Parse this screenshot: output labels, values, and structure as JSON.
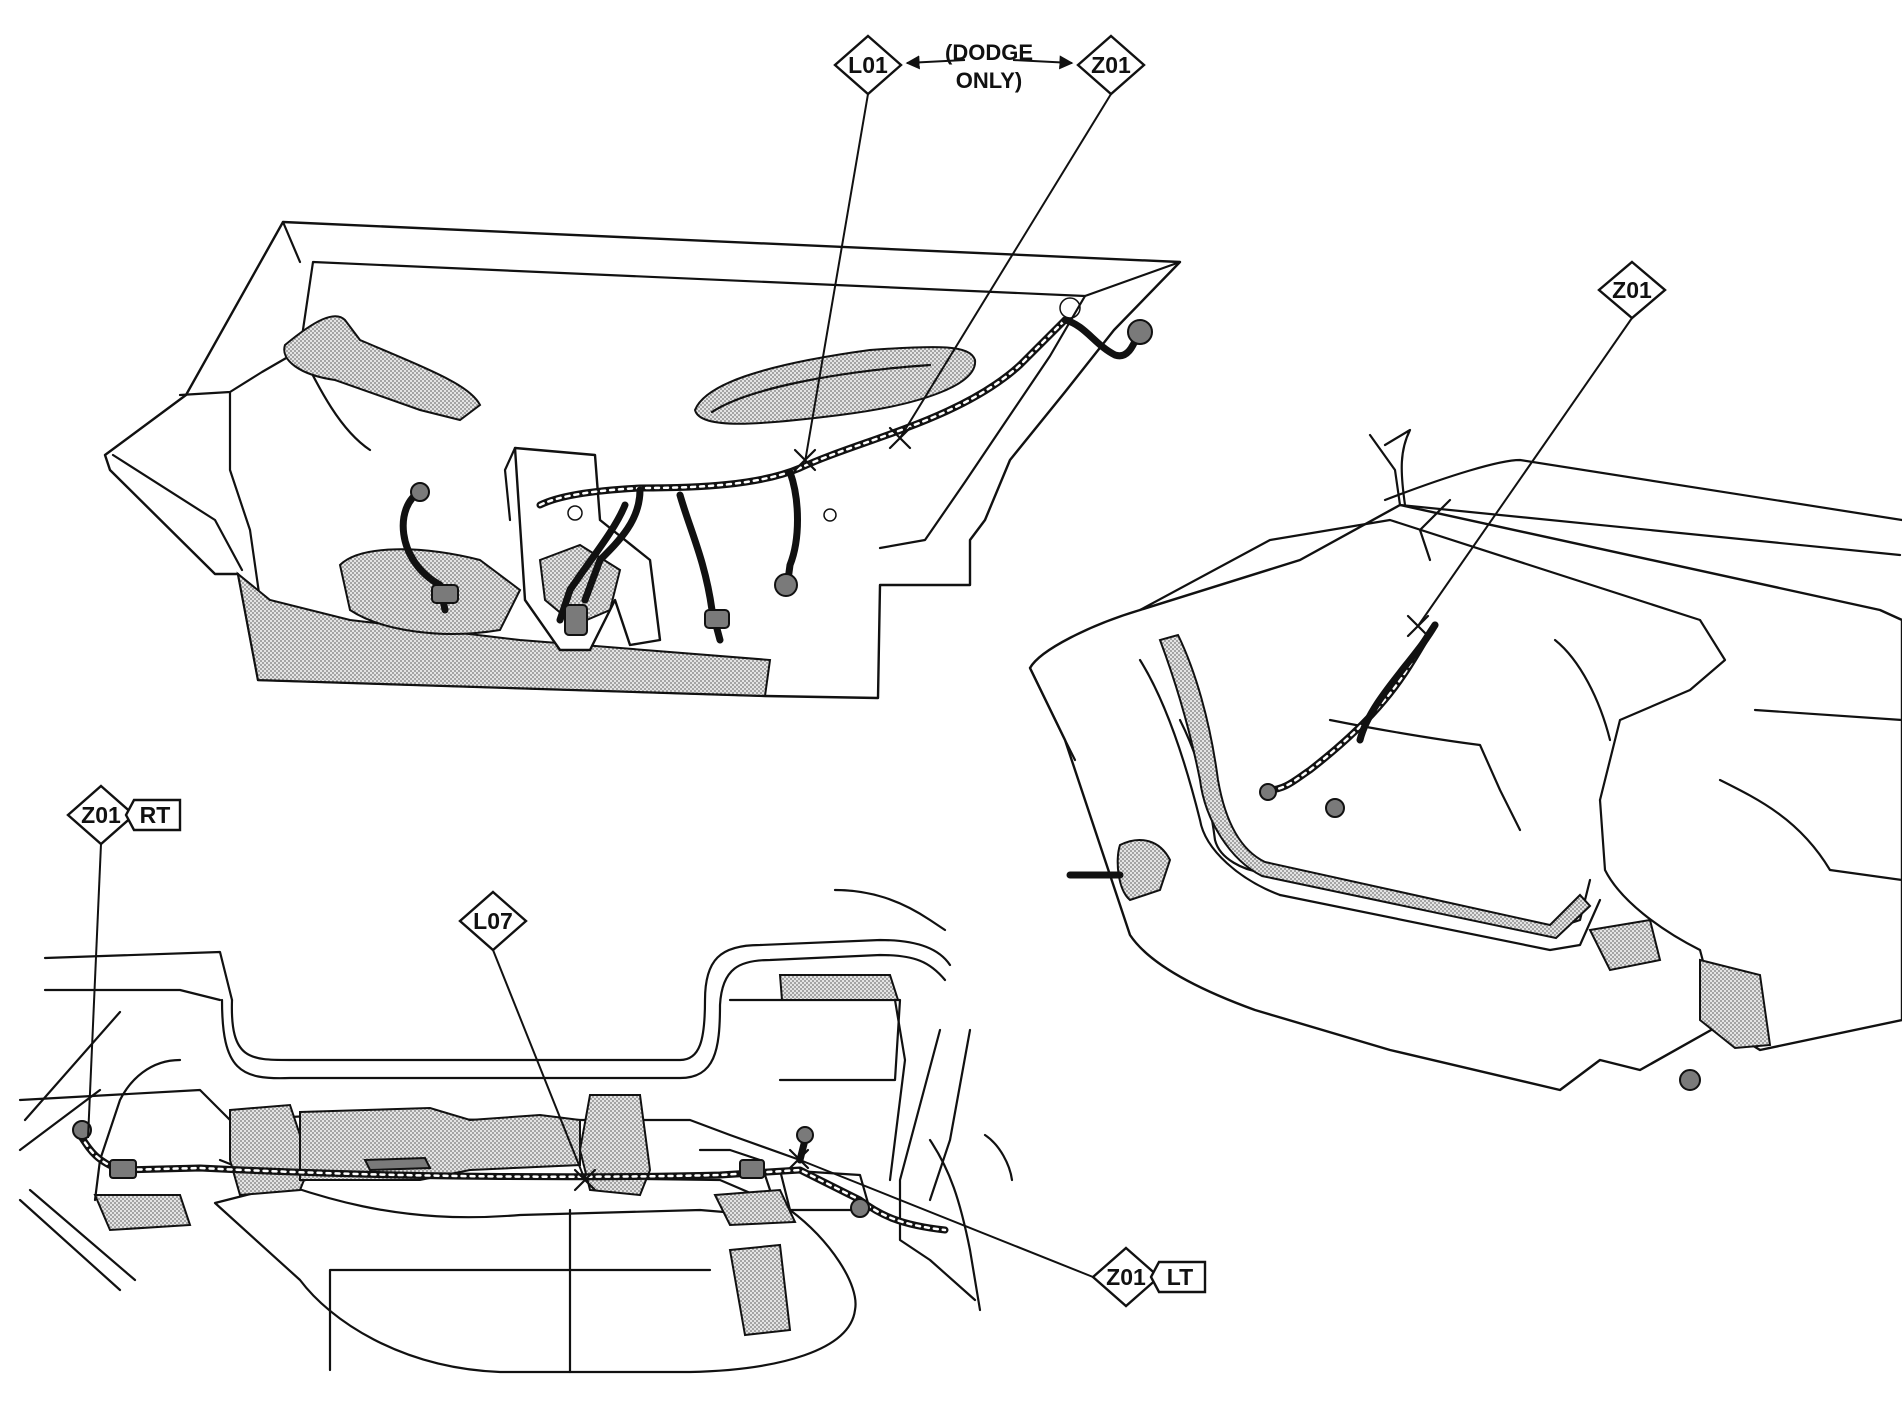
{
  "callouts": {
    "top_left": "L01",
    "top_right": "Z01",
    "dodge_line1": "(DODGE",
    "dodge_line2": "ONLY)",
    "right_view": "Z01",
    "bottom_rt_code": "Z01",
    "bottom_rt_side": "RT",
    "bottom_center": "L07",
    "bottom_lt_code": "Z01",
    "bottom_lt_side": "LT"
  }
}
